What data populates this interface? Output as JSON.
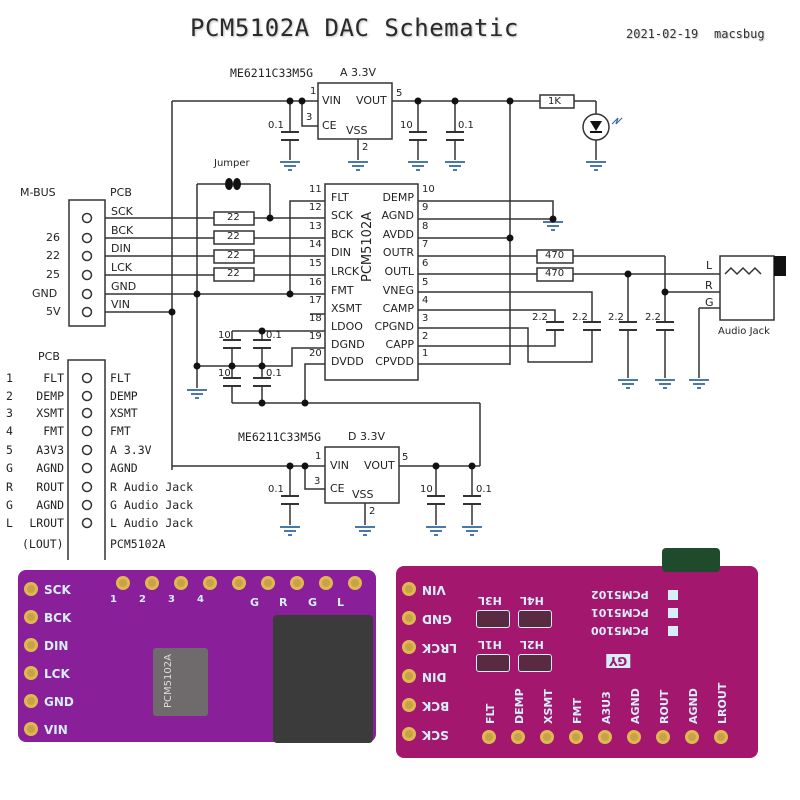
{
  "header": {
    "title": "PCM5102A DAC Schematic",
    "date": "2021-02-19",
    "author": "macsbug"
  },
  "regulator_a": {
    "part": "ME6211C33M5G",
    "rail": "A 3.3V",
    "pins": {
      "vin": "VIN",
      "vout": "VOUT",
      "ce": "CE",
      "vss": "VSS",
      "n1": "1",
      "n3": "3",
      "n5": "5",
      "n2": "2"
    },
    "cap_in": "0.1",
    "cap_out1": "10",
    "cap_out2": "0.1"
  },
  "led_resistor": "1K",
  "jumper_label": "Jumper",
  "mbus": {
    "label": "M-BUS",
    "pcb_label": "PCB",
    "left_labels": [
      "",
      "",
      "26",
      "22",
      "25",
      "GND",
      "5V"
    ],
    "pins": [
      "SCK",
      "BCK",
      "DIN",
      "LCK",
      "GND",
      "VIN"
    ]
  },
  "series_resistors": [
    "22",
    "22",
    "22",
    "22"
  ],
  "dac": {
    "name": "PCM5102A",
    "left_pins": [
      {
        "num": "11",
        "name": "FLT"
      },
      {
        "num": "12",
        "name": "SCK"
      },
      {
        "num": "13",
        "name": "BCK"
      },
      {
        "num": "14",
        "name": "DIN"
      },
      {
        "num": "15",
        "name": "LRCK"
      },
      {
        "num": "16",
        "name": "FMT"
      },
      {
        "num": "17",
        "name": "XSMT"
      },
      {
        "num": "18",
        "name": "LDOO"
      },
      {
        "num": "19",
        "name": "DGND"
      },
      {
        "num": "20",
        "name": "DVDD"
      }
    ],
    "right_pins": [
      {
        "num": "10",
        "name": "DEMP"
      },
      {
        "num": "9",
        "name": "AGND"
      },
      {
        "num": "8",
        "name": "AVDD"
      },
      {
        "num": "7",
        "name": "OUTR"
      },
      {
        "num": "6",
        "name": "OUTL"
      },
      {
        "num": "5",
        "name": "VNEG"
      },
      {
        "num": "4",
        "name": "CAMP"
      },
      {
        "num": "3",
        "name": "CPGND"
      },
      {
        "num": "2",
        "name": "CAPP"
      },
      {
        "num": "1",
        "name": "CPVDD"
      }
    ]
  },
  "ldo_caps": [
    "10",
    "0.1",
    "10",
    "0.1"
  ],
  "output_resistors": [
    "470",
    "470"
  ],
  "pump_caps": [
    "2.2",
    "2.2",
    "2.2",
    "2.2"
  ],
  "audio_jack": {
    "label": "Audio Jack",
    "pins": [
      "L",
      "R",
      "G"
    ]
  },
  "pcb_header": {
    "label": "PCB",
    "rows": [
      {
        "num": "1",
        "sig": "FLT",
        "desc": "FLT"
      },
      {
        "num": "2",
        "sig": "DEMP",
        "desc": "DEMP"
      },
      {
        "num": "3",
        "sig": "XSMT",
        "desc": "XSMT"
      },
      {
        "num": "4",
        "sig": "FMT",
        "desc": "FMT"
      },
      {
        "num": "5",
        "sig": "A3V3",
        "desc": "A 3.3V"
      },
      {
        "num": "G",
        "sig": "AGND",
        "desc": "AGND"
      },
      {
        "num": "R",
        "sig": "ROUT",
        "desc": "R Audio Jack"
      },
      {
        "num": "G",
        "sig": "AGND",
        "desc": "G Audio Jack"
      },
      {
        "num": "L",
        "sig": "LROUT",
        "desc": "L Audio Jack"
      }
    ],
    "footer_left": "(LOUT)",
    "footer_right": "PCM5102A"
  },
  "regulator_d": {
    "part": "ME6211C33M5G",
    "rail": "D 3.3V",
    "pins": {
      "vin": "VIN",
      "vout": "VOUT",
      "ce": "CE",
      "vss": "VSS",
      "n1": "1",
      "n3": "3",
      "n5": "5",
      "n2": "2"
    },
    "cap_in": "0.1",
    "cap_out1": "10",
    "cap_out2": "0.1"
  },
  "photo_front": {
    "left_pins": [
      "SCK",
      "BCK",
      "DIN",
      "LCK",
      "GND",
      "VIN"
    ],
    "top_nums": [
      "1",
      "2",
      "3",
      "4"
    ],
    "top_letters": [
      "G",
      "R",
      "G",
      "L"
    ],
    "chip_text": "PCM5102A",
    "board_color": "#8a1f9a"
  },
  "photo_back": {
    "left_pins": [
      "VIN",
      "GND",
      "LRCK",
      "DIN",
      "BCK",
      "SCK"
    ],
    "bottom_pins": [
      "FLT",
      "DEMP",
      "XSMT",
      "FMT",
      "A3U3",
      "AGND",
      "ROUT",
      "AGND",
      "LROUT"
    ],
    "jumper_labels": [
      "H3L",
      "H4L",
      "H1L",
      "H2L"
    ],
    "variants": [
      "PCM5102",
      "PCM5101",
      "PCM5100"
    ],
    "maker": "GY",
    "board_color": "#a3176e"
  }
}
